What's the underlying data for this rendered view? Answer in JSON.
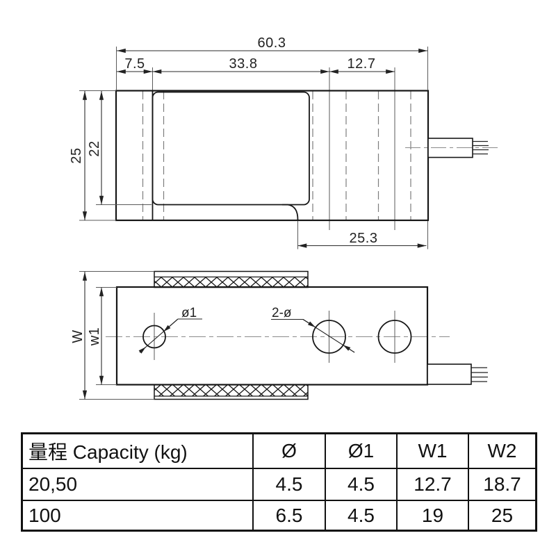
{
  "side_view": {
    "dim_total_length": "60.3",
    "dim_left_offset": "7.5",
    "dim_pocket_length": "33.8",
    "dim_hole_spacing": "12.7",
    "dim_height": "25",
    "dim_pocket_height": "22",
    "dim_right_length": "25.3"
  },
  "plan_view": {
    "label_small_hole": "ø1",
    "label_large_holes": "2-ø",
    "dim_overall_width": "W",
    "dim_body_width": "w1"
  },
  "table": {
    "headers": [
      "量程 Capacity (kg)",
      "Ø",
      "Ø1",
      "W1",
      "W2"
    ],
    "rows": [
      [
        "20,50",
        "4.5",
        "4.5",
        "12.7",
        "18.7"
      ],
      [
        "100",
        "6.5",
        "4.5",
        "19",
        "25"
      ]
    ]
  },
  "colors": {
    "outline": "#161616",
    "hidden_line": "#7d7d7d",
    "centerline": "#8a8a8a",
    "dimension": "#2a2a2a",
    "table_border": "#111111",
    "background": "#ffffff"
  }
}
